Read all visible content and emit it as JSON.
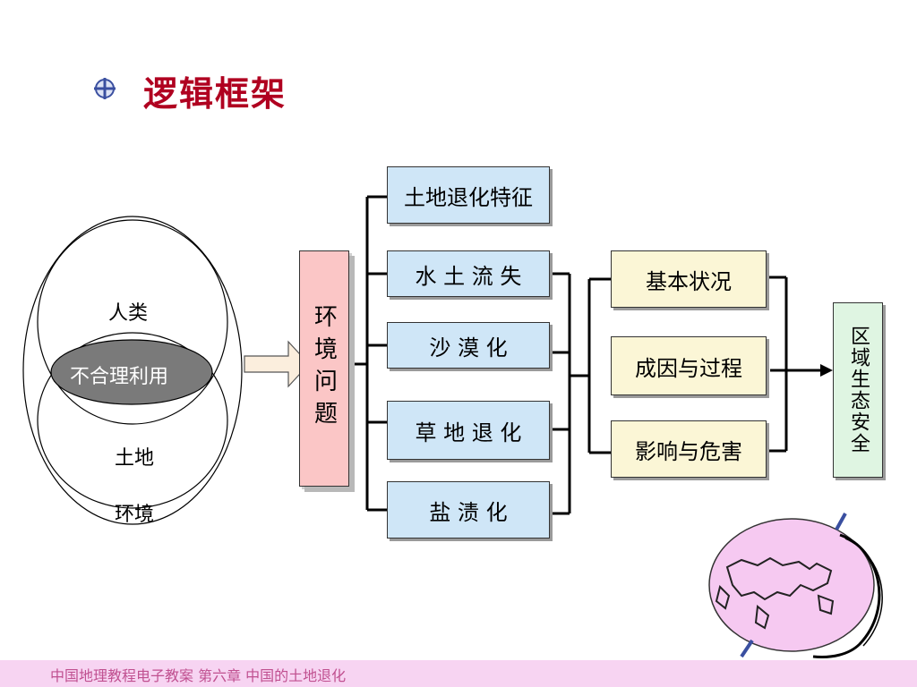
{
  "title": "逻辑框架",
  "venn": {
    "human": "人类",
    "misuse": "不合理利用",
    "land": "土地",
    "environment": "环境"
  },
  "center_box": "环境问题",
  "features_box": "土地退化特征",
  "problems": [
    "水 土 流 失",
    "沙  漠  化",
    "草 地 退 化",
    "盐  渍  化"
  ],
  "aspects": [
    "基本状况",
    "成因与过程",
    "影响与危害"
  ],
  "result_box": "区域生态安全",
  "footer": "中国地理教程电子教案   第六章  中国的土地退化",
  "colors": {
    "title": "#b00020",
    "blue_box": "#cfe6f7",
    "yellow_box": "#fbf6d6",
    "pink_box": "#fbc6c6",
    "green_box": "#dff5e2",
    "footer_bg": "#f7d4f2"
  }
}
